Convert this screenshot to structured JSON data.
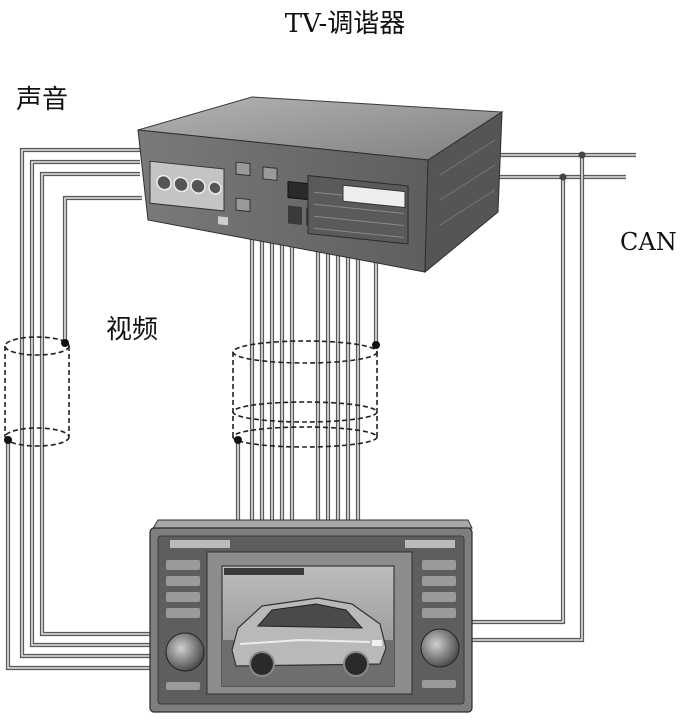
{
  "title": "TV-调谐器",
  "labels": {
    "audio": "声音",
    "video": "视频",
    "can": "CAN"
  },
  "colors": {
    "cable_outer": "#5a5a5a",
    "cable_inner": "#e2e2e2",
    "device_top": "#9a9a9a",
    "device_front": "#6c6c6c",
    "device_side": "#555555"
  }
}
